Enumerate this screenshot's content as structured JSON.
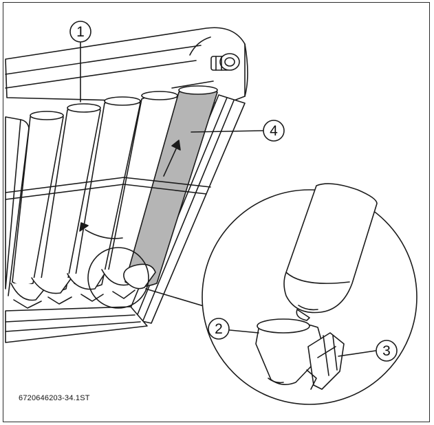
{
  "figure": {
    "code": "6720646203-34.1ST",
    "callouts": [
      {
        "id": "1",
        "label": "1"
      },
      {
        "id": "2",
        "label": "2"
      },
      {
        "id": "3",
        "label": "3"
      },
      {
        "id": "4",
        "label": "4"
      }
    ],
    "colors": {
      "line": "#1a1a1a",
      "tube_fill": "#ffffff",
      "highlight_tube": "#b5b5b5",
      "background": "#ffffff"
    }
  }
}
